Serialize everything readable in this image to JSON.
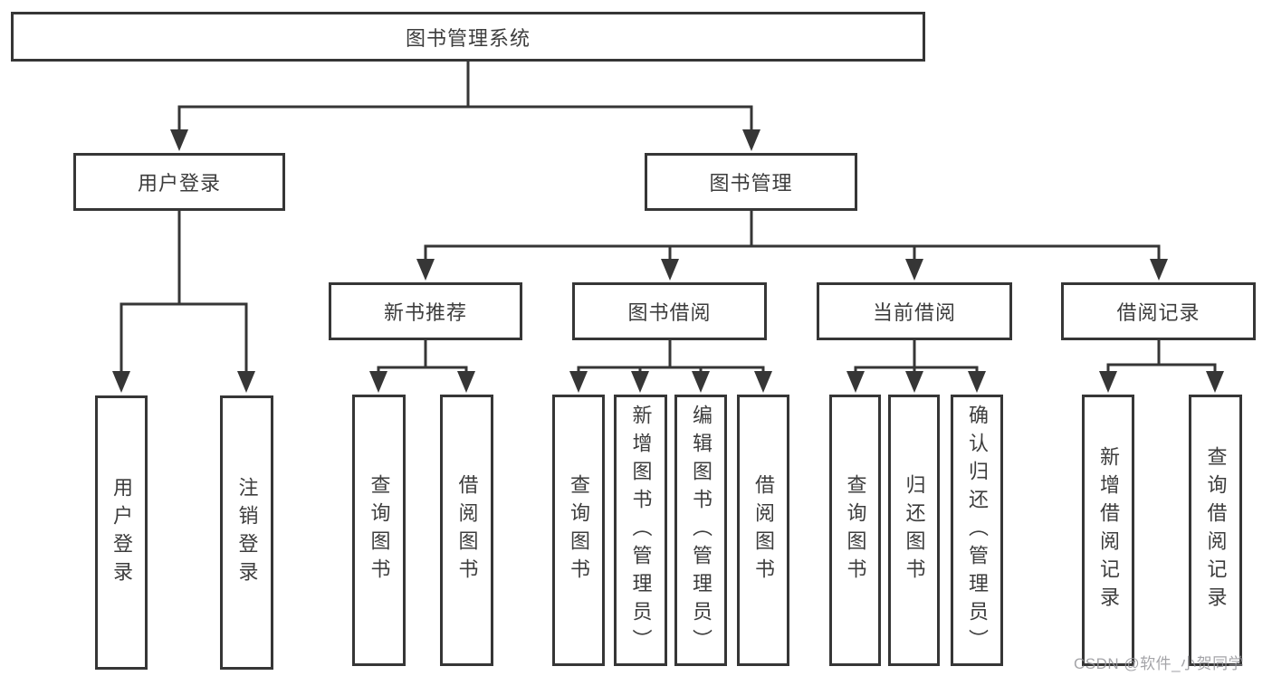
{
  "colors": {
    "background": "#ffffff",
    "line": "#363636",
    "text": "#3d3d3d",
    "watermark": "#95959a"
  },
  "watermark": {
    "text": "CSDN @软件_小贺同学"
  },
  "tree": {
    "root": {
      "label": "图书管理系统",
      "children": [
        {
          "label": "用户登录",
          "children": [
            {
              "label": "用户登录"
            },
            {
              "label": "注销登录"
            }
          ]
        },
        {
          "label": "图书管理",
          "children": [
            {
              "label": "新书推荐",
              "children": [
                {
                  "label": "查询图书"
                },
                {
                  "label": "借阅图书"
                }
              ]
            },
            {
              "label": "图书借阅",
              "children": [
                {
                  "label": "查询图书"
                },
                {
                  "label": "新增图书（管理员）"
                },
                {
                  "label": "编辑图书（管理员）"
                },
                {
                  "label": "借阅图书"
                }
              ]
            },
            {
              "label": "当前借阅",
              "children": [
                {
                  "label": "查询图书"
                },
                {
                  "label": "归还图书"
                },
                {
                  "label": "确认归还（管理员）"
                }
              ]
            },
            {
              "label": "借阅记录",
              "children": [
                {
                  "label": "新增借阅记录"
                },
                {
                  "label": "查询借阅记录"
                }
              ]
            }
          ]
        }
      ]
    }
  }
}
